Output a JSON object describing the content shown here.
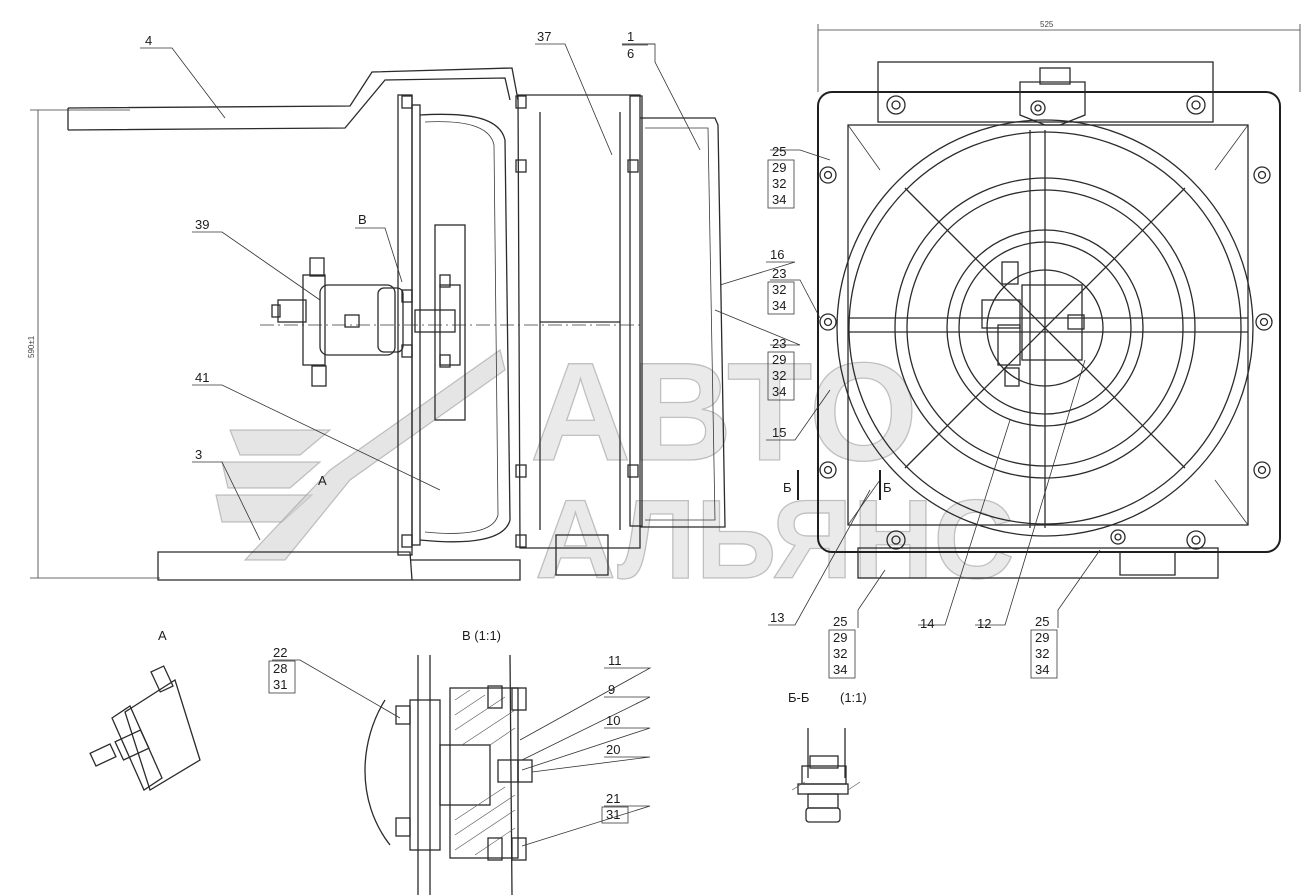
{
  "watermark": {
    "line1": "АВТО",
    "line2": "АЛЬЯНС"
  },
  "dimensions": {
    "width_top": "525",
    "height_left": "590±1"
  },
  "views": {
    "a": "А",
    "v": "В (1:1)",
    "bb": "Б-Б",
    "bb_scale": "(1:1)",
    "v_marker": "В",
    "b_marker_left": "Б",
    "b_marker_right": "Б",
    "arrow_a": "А"
  },
  "callouts": {
    "c4": "4",
    "c37": "37",
    "c1": "1",
    "c6": "6",
    "c39": "39",
    "c41": "41",
    "c3": "3",
    "c16": "16",
    "c15": "15",
    "c13": "13",
    "c14": "14",
    "c12": "12",
    "g1": [
      "25",
      "29",
      "32",
      "34"
    ],
    "g2": [
      "23",
      "32",
      "34"
    ],
    "g3": [
      "23",
      "29",
      "32",
      "34"
    ],
    "g4": [
      "25",
      "29",
      "32",
      "34"
    ],
    "g5": [
      "25",
      "29",
      "32",
      "34"
    ],
    "g6": [
      "22",
      "28",
      "31"
    ],
    "v11": "11",
    "v9": "9",
    "v10": "10",
    "v20": "20",
    "g7": [
      "21",
      "31"
    ]
  }
}
